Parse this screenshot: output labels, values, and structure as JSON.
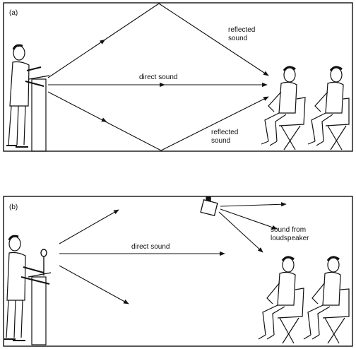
{
  "panel_a": {
    "tag": "(a)",
    "label_reflected_top": [
      "reflected",
      "sound"
    ],
    "label_direct": "direct sound",
    "label_reflected_bottom": [
      "reflected",
      "sound"
    ]
  },
  "panel_b": {
    "tag": "(b)",
    "label_direct": "direct sound",
    "label_loudspeaker": [
      "sound from",
      "loudspeaker"
    ]
  },
  "colors": {
    "ink": "#111111",
    "background": "#ffffff"
  },
  "icons": [
    "speaker-figure",
    "listener-figure",
    "lectern",
    "microphone",
    "loudspeaker-box",
    "chair"
  ]
}
